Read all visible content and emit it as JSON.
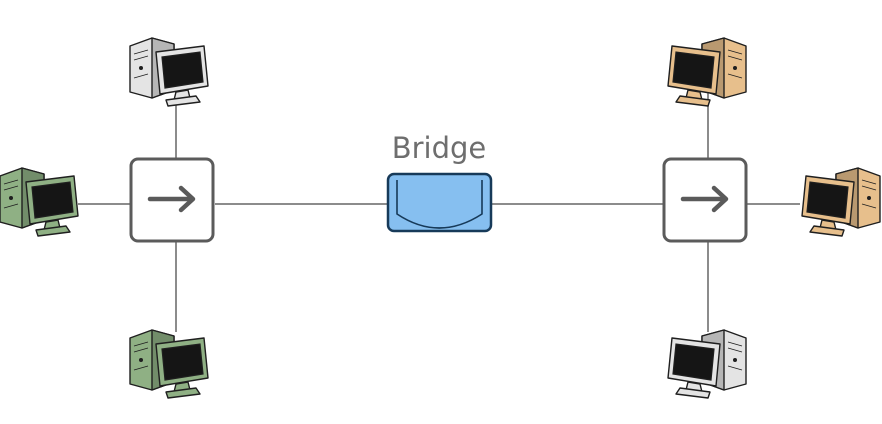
{
  "diagram": {
    "bridge": {
      "label": "Bridge",
      "fill_color": "#86bff0",
      "icon": "bridge-icon"
    },
    "hubs": [
      {
        "id": "hub-left",
        "icon": "arrow-right-icon"
      },
      {
        "id": "hub-right",
        "icon": "arrow-right-icon"
      }
    ],
    "computers": [
      {
        "id": "pc-left-top",
        "hub": "hub-left",
        "color": "#e4e4e4",
        "icon": "desktop-computer-icon"
      },
      {
        "id": "pc-left-side",
        "hub": "hub-left",
        "color": "#8fb084",
        "icon": "desktop-computer-icon"
      },
      {
        "id": "pc-left-bottom",
        "hub": "hub-left",
        "color": "#8fb084",
        "icon": "desktop-computer-icon"
      },
      {
        "id": "pc-right-top",
        "hub": "hub-right",
        "color": "#e7bf8c",
        "icon": "desktop-computer-icon"
      },
      {
        "id": "pc-right-side",
        "hub": "hub-right",
        "color": "#e7bf8c",
        "icon": "desktop-computer-icon"
      },
      {
        "id": "pc-right-bottom",
        "hub": "hub-right",
        "color": "#e4e4e4",
        "icon": "desktop-computer-icon"
      }
    ],
    "colors": {
      "link": "#8c8c8c",
      "hub_border": "#5b5b5b",
      "bridge_border": "#173a59",
      "label_text": "#6e6e6e"
    }
  }
}
